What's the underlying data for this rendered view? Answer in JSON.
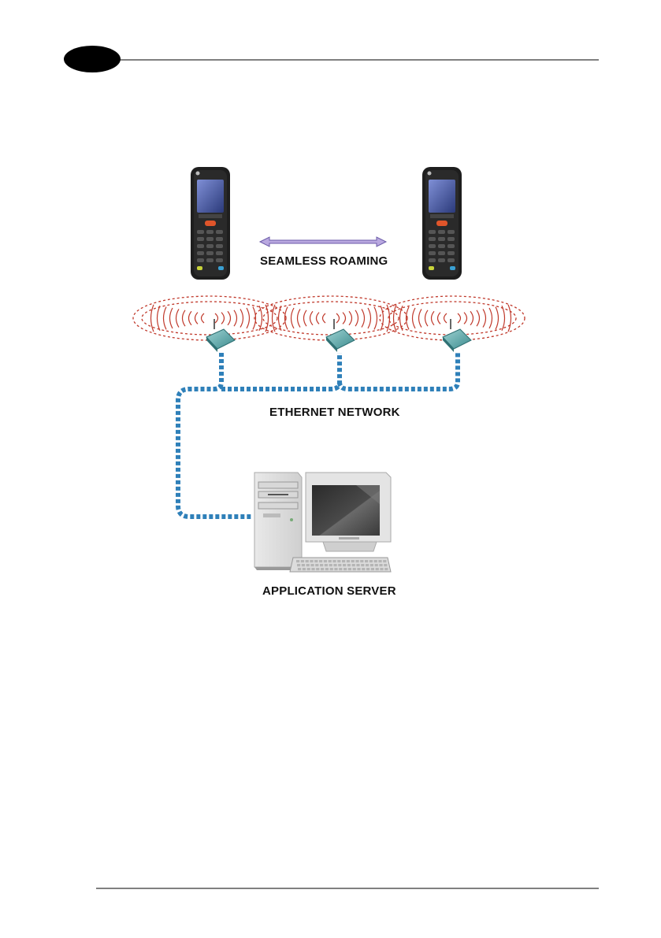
{
  "diagram": {
    "labels": {
      "seamless_roaming": "SEAMLESS ROAMING",
      "ethernet_network": "ETHERNET NETWORK",
      "application_server": "APPLICATION SERVER"
    }
  },
  "colors": {
    "ethernet_cable": "#2f80b9",
    "wifi_waves": "#c0392b",
    "roaming_arrow": "#b9a8e0",
    "access_point": "#5da9a9"
  }
}
